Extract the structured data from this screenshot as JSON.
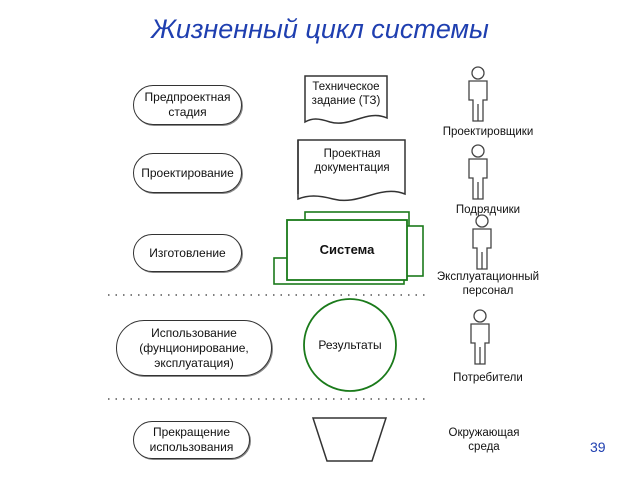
{
  "title": "Жизненный цикл системы",
  "stages": [
    "Предпроектная\nстадия",
    "Проектирование",
    "Изготовление",
    "Использование\n(фунционирование,\nэксплуатация)",
    "Прекращение\nиспользования"
  ],
  "documents": {
    "tz": "Техническое\nзадание (ТЗ)",
    "project_docs": "Проектная\nдокументация"
  },
  "system_label": "Система",
  "results_label": "Результаты",
  "roles": [
    "Проектировщики",
    "Подрядчики",
    "Эксплуатационный\nперсонал",
    "Потребители",
    "Окружающая\nсреда"
  ],
  "page_number": "39",
  "colors": {
    "title": "#1f3fb0",
    "system_green": "#1a7a1a",
    "outline": "#333333"
  },
  "icons": [
    "person-icon",
    "document-icon",
    "trapezoid-icon"
  ]
}
